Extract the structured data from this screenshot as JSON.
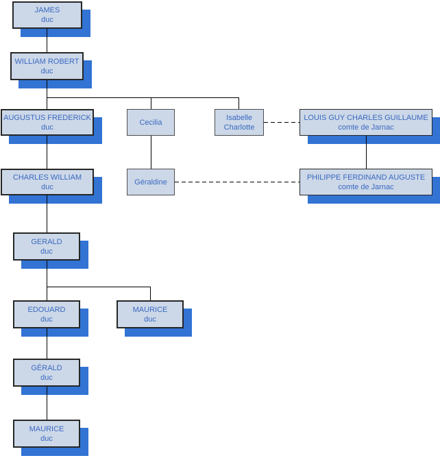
{
  "diagram_type": "family-tree-org-chart",
  "colors": {
    "box_fill": "#ccd8e8",
    "shadow": "#3273d4",
    "text": "#3a68c0",
    "line": "#000000",
    "border_strong": "#262626",
    "border_thin": "#4d4d4d"
  },
  "nodes": [
    {
      "id": "james",
      "name": "JAMES",
      "title": "duc"
    },
    {
      "id": "william-robert",
      "name": "WILLIAM ROBERT",
      "title": "duc"
    },
    {
      "id": "augustus-frederick",
      "name": "AUGUSTUS FREDERICK",
      "title": "duc"
    },
    {
      "id": "cecilia",
      "name": "Cecilia",
      "title": ""
    },
    {
      "id": "isabelle-charlotte",
      "name": "Isabelle Charlotte",
      "title": ""
    },
    {
      "id": "louis-guy",
      "name": "LOUIS GUY CHARLES GUILLAUME",
      "title": "comte de Jarnac"
    },
    {
      "id": "charles-william",
      "name": "CHARLES WILLIAM",
      "title": "duc"
    },
    {
      "id": "geraldine",
      "name": "Géraldine",
      "title": ""
    },
    {
      "id": "philippe",
      "name": "PHILIPPE FERDINAND AUGUSTE",
      "title": "comte de Jarnac"
    },
    {
      "id": "gerald",
      "name": "GERALD",
      "title": "duc"
    },
    {
      "id": "edouard",
      "name": "EDOUARD",
      "title": "duc"
    },
    {
      "id": "maurice-2",
      "name": "MAURICE",
      "title": "duc"
    },
    {
      "id": "gerald-2",
      "name": "GÉRALD",
      "title": "duc"
    },
    {
      "id": "maurice-3",
      "name": "MAURICE",
      "title": "duc"
    }
  ],
  "relations": {
    "solid_line_meaning": "descent",
    "dashed_line_meaning": "marriage",
    "marriages": [
      [
        "Isabelle Charlotte",
        "LOUIS GUY CHARLES GUILLAUME"
      ],
      [
        "Géraldine",
        "PHILIPPE FERDINAND AUGUSTE"
      ]
    ]
  }
}
